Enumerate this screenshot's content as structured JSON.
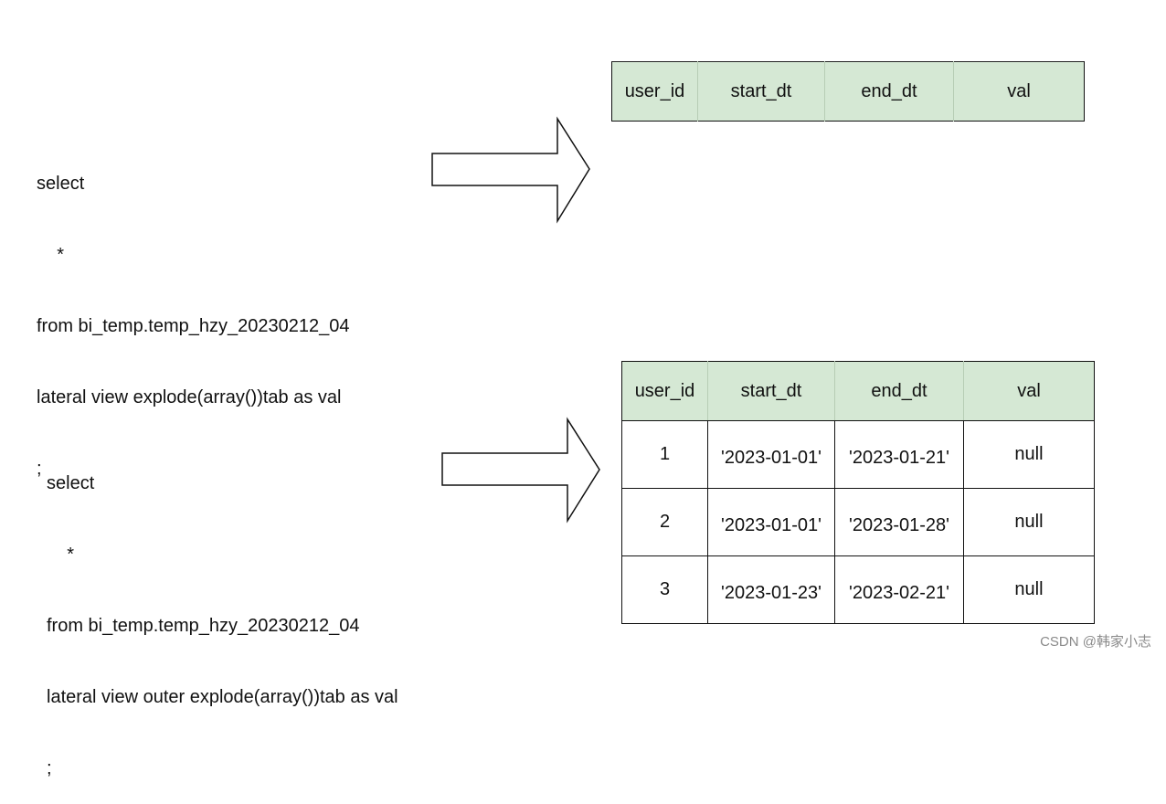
{
  "query1": {
    "lines": [
      "select",
      "    *",
      "from bi_temp.temp_hzy_20230212_04",
      "lateral view explode(array())tab as val",
      ";"
    ]
  },
  "query2": {
    "lines": [
      "select",
      "    *",
      "from bi_temp.temp_hzy_20230212_04",
      "lateral view outer explode(array())tab as val",
      ";"
    ]
  },
  "table1": {
    "headers": [
      "user_id",
      "start_dt",
      "end_dt",
      "val"
    ],
    "rows": []
  },
  "table2": {
    "headers": [
      "user_id",
      "start_dt",
      "end_dt",
      "val"
    ],
    "rows": [
      [
        "1",
        "'2023-01-01'",
        "'2023-01-21'",
        "null"
      ],
      [
        "2",
        "'2023-01-01'",
        "'2023-01-28'",
        "null"
      ],
      [
        "3",
        "'2023-01-23'",
        "'2023-02-21'",
        "null"
      ]
    ]
  },
  "colors": {
    "header_fill": "#d5e8d4",
    "border": "#111111"
  },
  "watermark": "CSDN @韩家小志"
}
